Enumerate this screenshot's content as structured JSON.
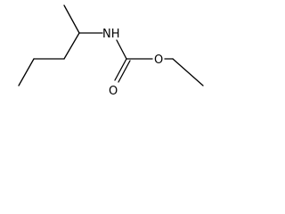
{
  "molecule": {
    "atoms": {
      "nitrogen": "NH",
      "ester_oxygen": "O",
      "carbonyl_oxygen": "O"
    }
  }
}
